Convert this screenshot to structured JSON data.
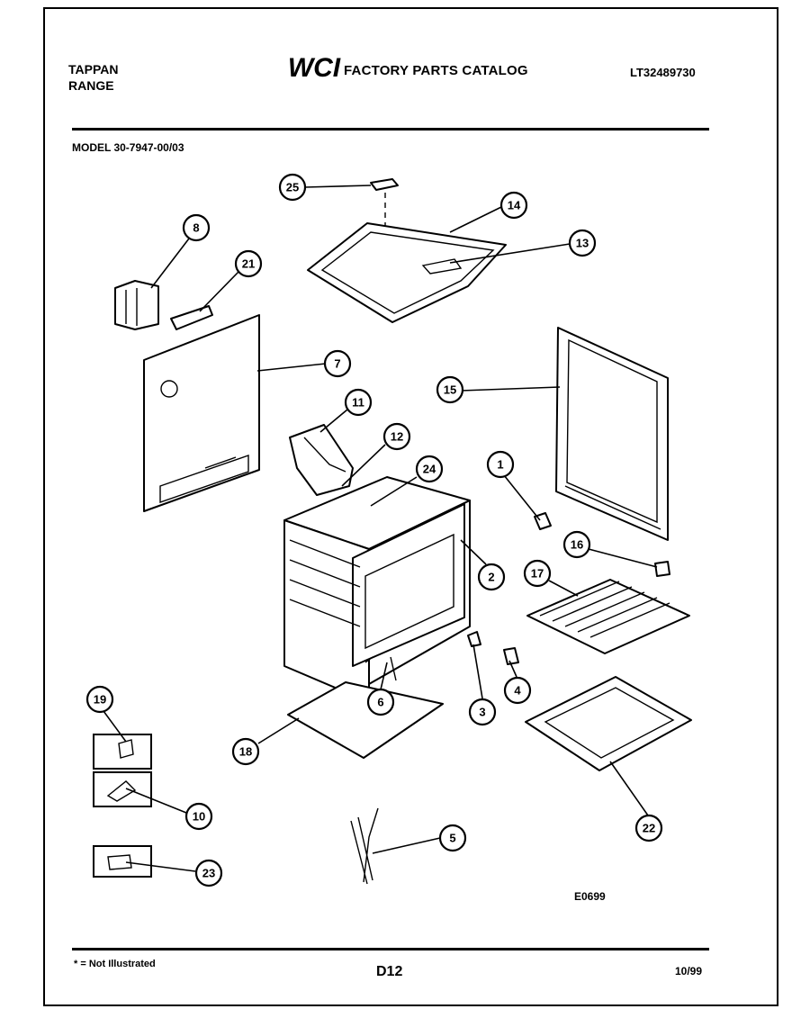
{
  "header": {
    "brand_line1": "TAPPAN",
    "brand_line2": "RANGE",
    "logo": "WCI",
    "catalog_title": "FACTORY PARTS CATALOG",
    "doc_id": "LT32489730",
    "model": "MODEL 30-7947-00/03"
  },
  "diagram": {
    "code": "E0699",
    "callouts": [
      {
        "label": "1"
      },
      {
        "label": "2"
      },
      {
        "label": "3"
      },
      {
        "label": "4"
      },
      {
        "label": "5"
      },
      {
        "label": "6"
      },
      {
        "label": "7"
      },
      {
        "label": "8"
      },
      {
        "label": "10"
      },
      {
        "label": "11"
      },
      {
        "label": "12"
      },
      {
        "label": "13"
      },
      {
        "label": "14"
      },
      {
        "label": "15"
      },
      {
        "label": "16"
      },
      {
        "label": "17"
      },
      {
        "label": "18"
      },
      {
        "label": "19"
      },
      {
        "label": "21"
      },
      {
        "label": "22"
      },
      {
        "label": "23"
      },
      {
        "label": "24"
      },
      {
        "label": "25"
      }
    ]
  },
  "footer": {
    "footnote": "* = Not Illustrated",
    "page": "D12",
    "date": "10/99"
  }
}
